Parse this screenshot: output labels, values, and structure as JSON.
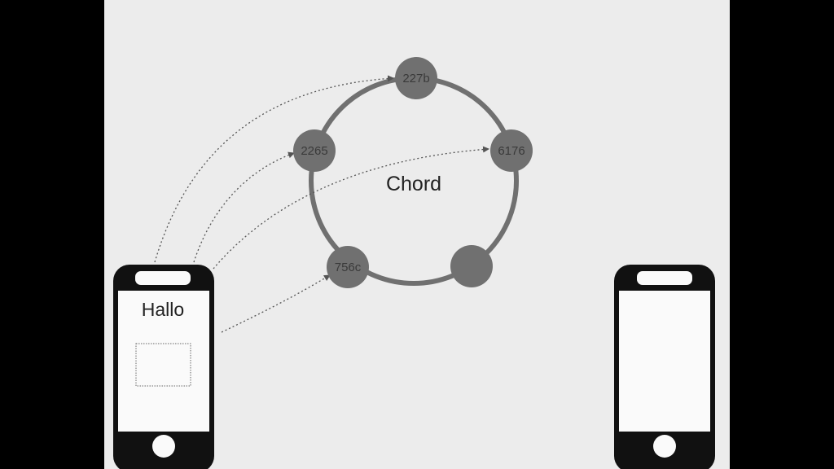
{
  "ring": {
    "label": "Chord",
    "nodes": [
      {
        "id": "227b"
      },
      {
        "id": "6176"
      },
      {
        "id": ""
      },
      {
        "id": "756c"
      },
      {
        "id": "2265"
      }
    ]
  },
  "phone_left": {
    "message": "Hallo"
  },
  "colors": {
    "background": "#000000",
    "slide": "#ececec",
    "ring": "#707070",
    "node": "#707070",
    "phone": "#111111",
    "arrows": "#555555"
  }
}
